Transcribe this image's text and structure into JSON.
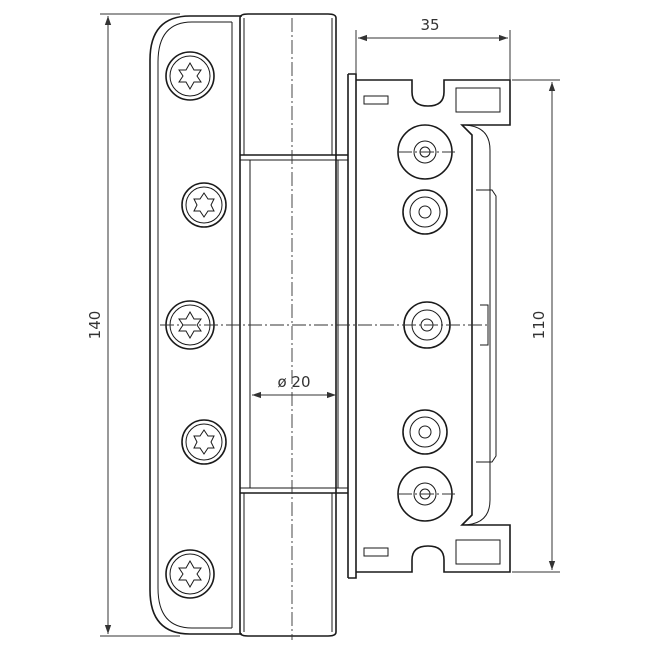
{
  "dimensions": {
    "overall_height": "140",
    "frame_height": "110",
    "frame_width": "35",
    "barrel_diameter": "ø 20"
  },
  "colors": {
    "line": "#1a1a1a",
    "dimension": "#333333",
    "background": "#ffffff"
  }
}
